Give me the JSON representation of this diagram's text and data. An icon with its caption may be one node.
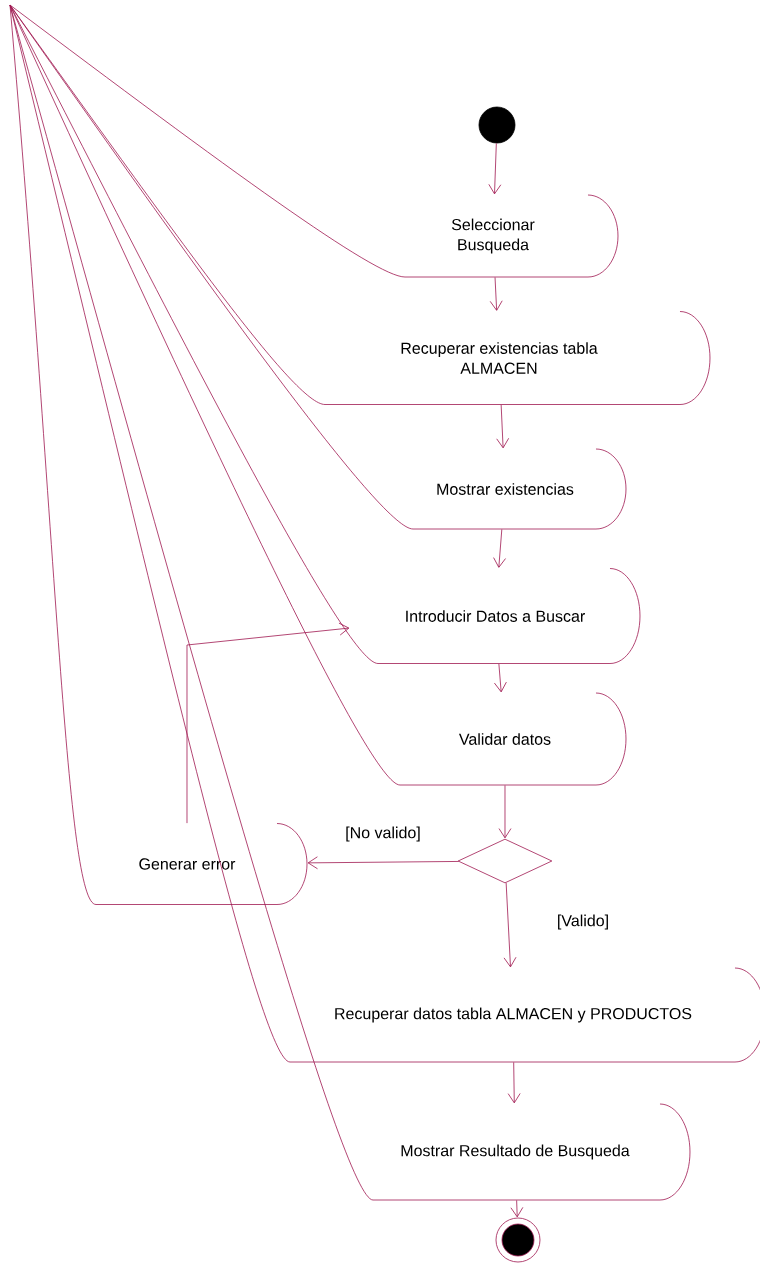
{
  "diagram": {
    "nodes": [
      {
        "text": [],
        "shape": "circle"
      },
      {
        "text": [
          "Seleccionar Busqueda"
        ]
      },
      {
        "text": [
          "Recuperar existencias tabla ALMACEN"
        ]
      },
      {
        "text": [
          "Mostrar existencias"
        ]
      },
      {
        "text": [
          "Introducir Datos a Buscar"
        ]
      },
      {
        "text": [
          "Validar datos"
        ]
      },
      {
        "text": [],
        "shape": "diamond"
      },
      {
        "text": [
          "Generar error"
        ]
      },
      {
        "text": [
          "Recuperar datos tabla ALMACEN y PRODUCTOS"
        ]
      },
      {
        "text": [
          "Mostrar Resultado de Busqueda"
        ]
      },
      {
        "text": [],
        "shape": "bullseye"
      }
    ],
    "edges": [
      {
        "from": 0,
        "to": 1,
        "arrow": "to"
      },
      {
        "from": 1,
        "to": 2,
        "arrow": "to"
      },
      {
        "from": 2,
        "to": 3,
        "arrow": "to"
      },
      {
        "from": 3,
        "to": 4,
        "arrow": "to"
      },
      {
        "from": 4,
        "to": 5,
        "arrow": "to"
      },
      {
        "from": 5,
        "to": 6,
        "arrow": "to"
      },
      {
        "from": 6,
        "to": 7,
        "arrow": "to",
        "label": "[No valido]"
      },
      {
        "from": 6,
        "to": 8,
        "arrow": "to",
        "label": "[Valido]"
      },
      {
        "from": 7,
        "to": 4,
        "arrow": "to"
      },
      {
        "from": 8,
        "to": 9,
        "arrow": "to"
      },
      {
        "from": 9,
        "to": 10,
        "arrow": "to"
      }
    ]
  }
}
